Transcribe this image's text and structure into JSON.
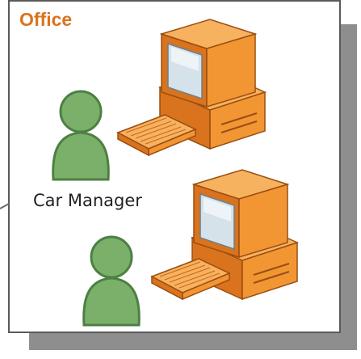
{
  "office": {
    "title": "Office",
    "role_label": "Car Manager"
  },
  "colors": {
    "title": "#d9741f",
    "computer": "#f28f2a",
    "computer_dark": "#c8661a",
    "person": "#7bb06b",
    "person_dark": "#4e7f43",
    "shadow": "#8e8e8e",
    "border": "#5a5a5a"
  },
  "icons": [
    "person-icon",
    "computer-icon",
    "keyboard-icon",
    "connector-arrow"
  ]
}
